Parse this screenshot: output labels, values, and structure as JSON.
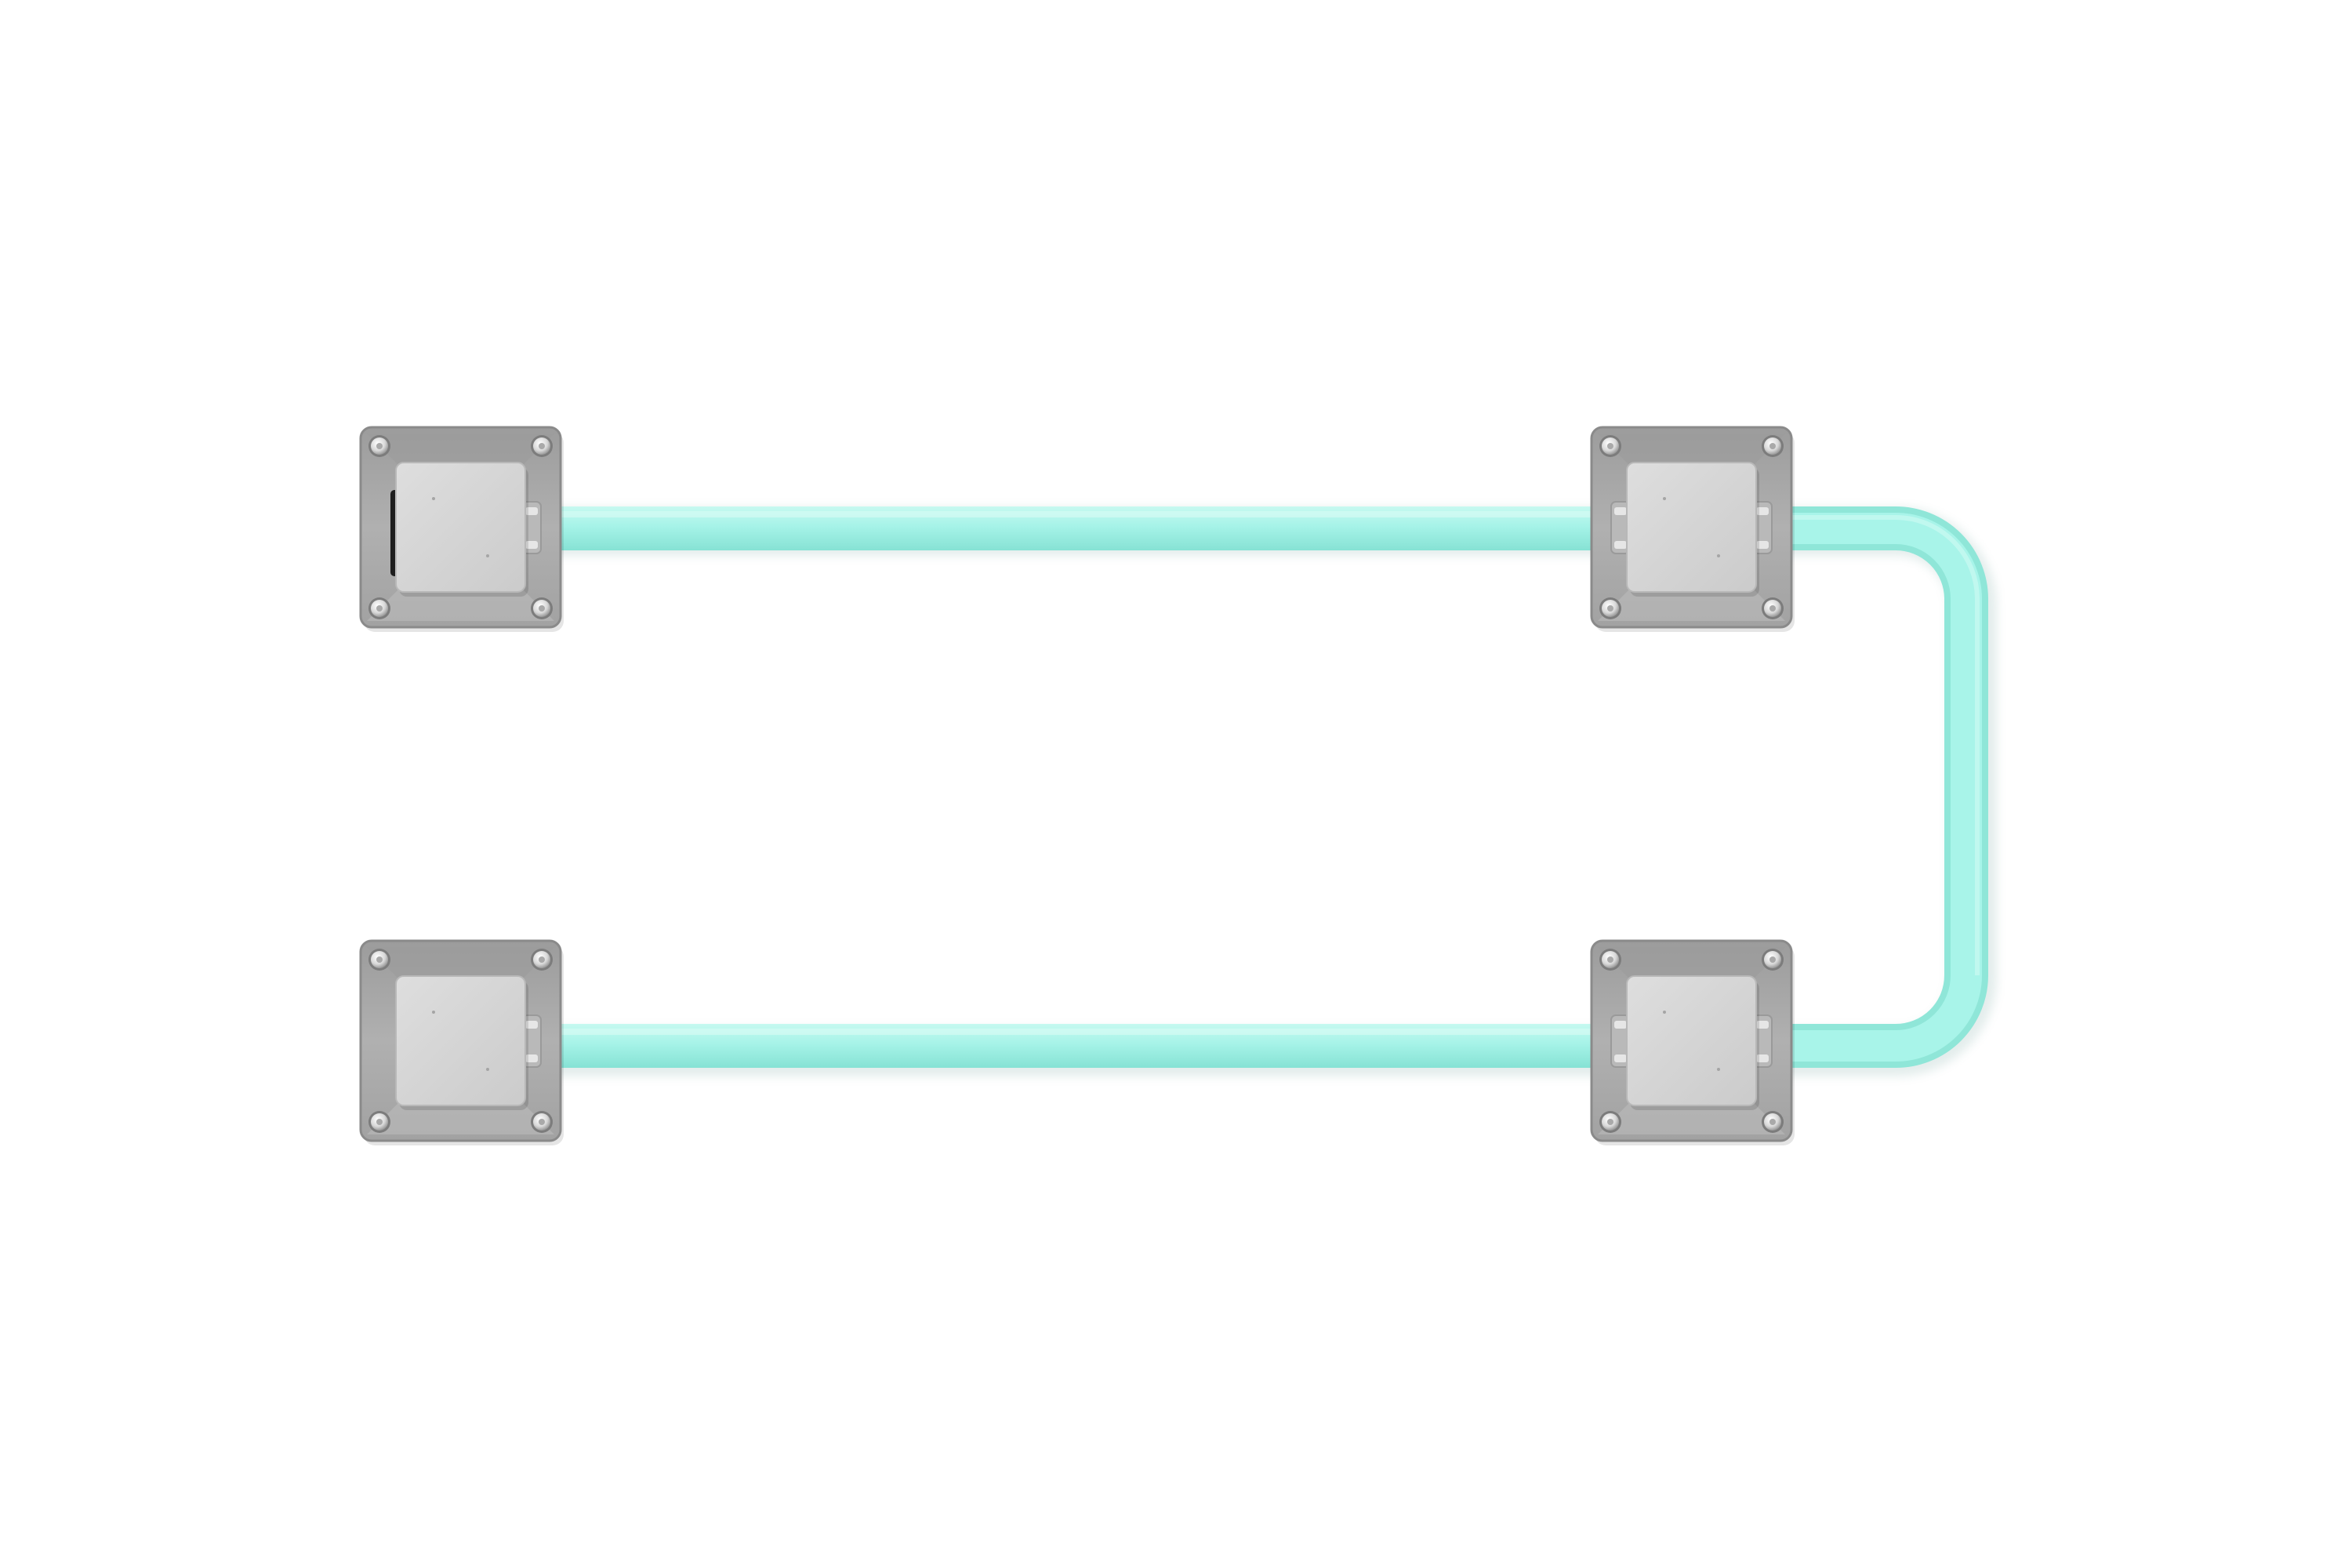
{
  "colors": {
    "background": "#ffffff",
    "tube": "#a3f2e6",
    "tube_highlight": "#c4f8ef",
    "tube_shadow": "#7fdccd",
    "mount_plate": "#a7a7a7",
    "mount_plate_edge": "#8a8a8a",
    "junction_box": "#d5d5d5",
    "junction_box_edge": "#b8b8b8",
    "bolt": "#eeeeee",
    "gland": "#b9b9b9"
  },
  "icons": {
    "corner_bolt": "bolt-icon",
    "cable_gland": "gland-icon"
  },
  "mounts": [
    {
      "id": "top-left"
    },
    {
      "id": "top-right"
    },
    {
      "id": "bottom-left"
    },
    {
      "id": "bottom-right"
    }
  ],
  "tubes": [
    {
      "id": "top-run"
    },
    {
      "id": "bottom-run"
    },
    {
      "id": "return-loop"
    }
  ]
}
